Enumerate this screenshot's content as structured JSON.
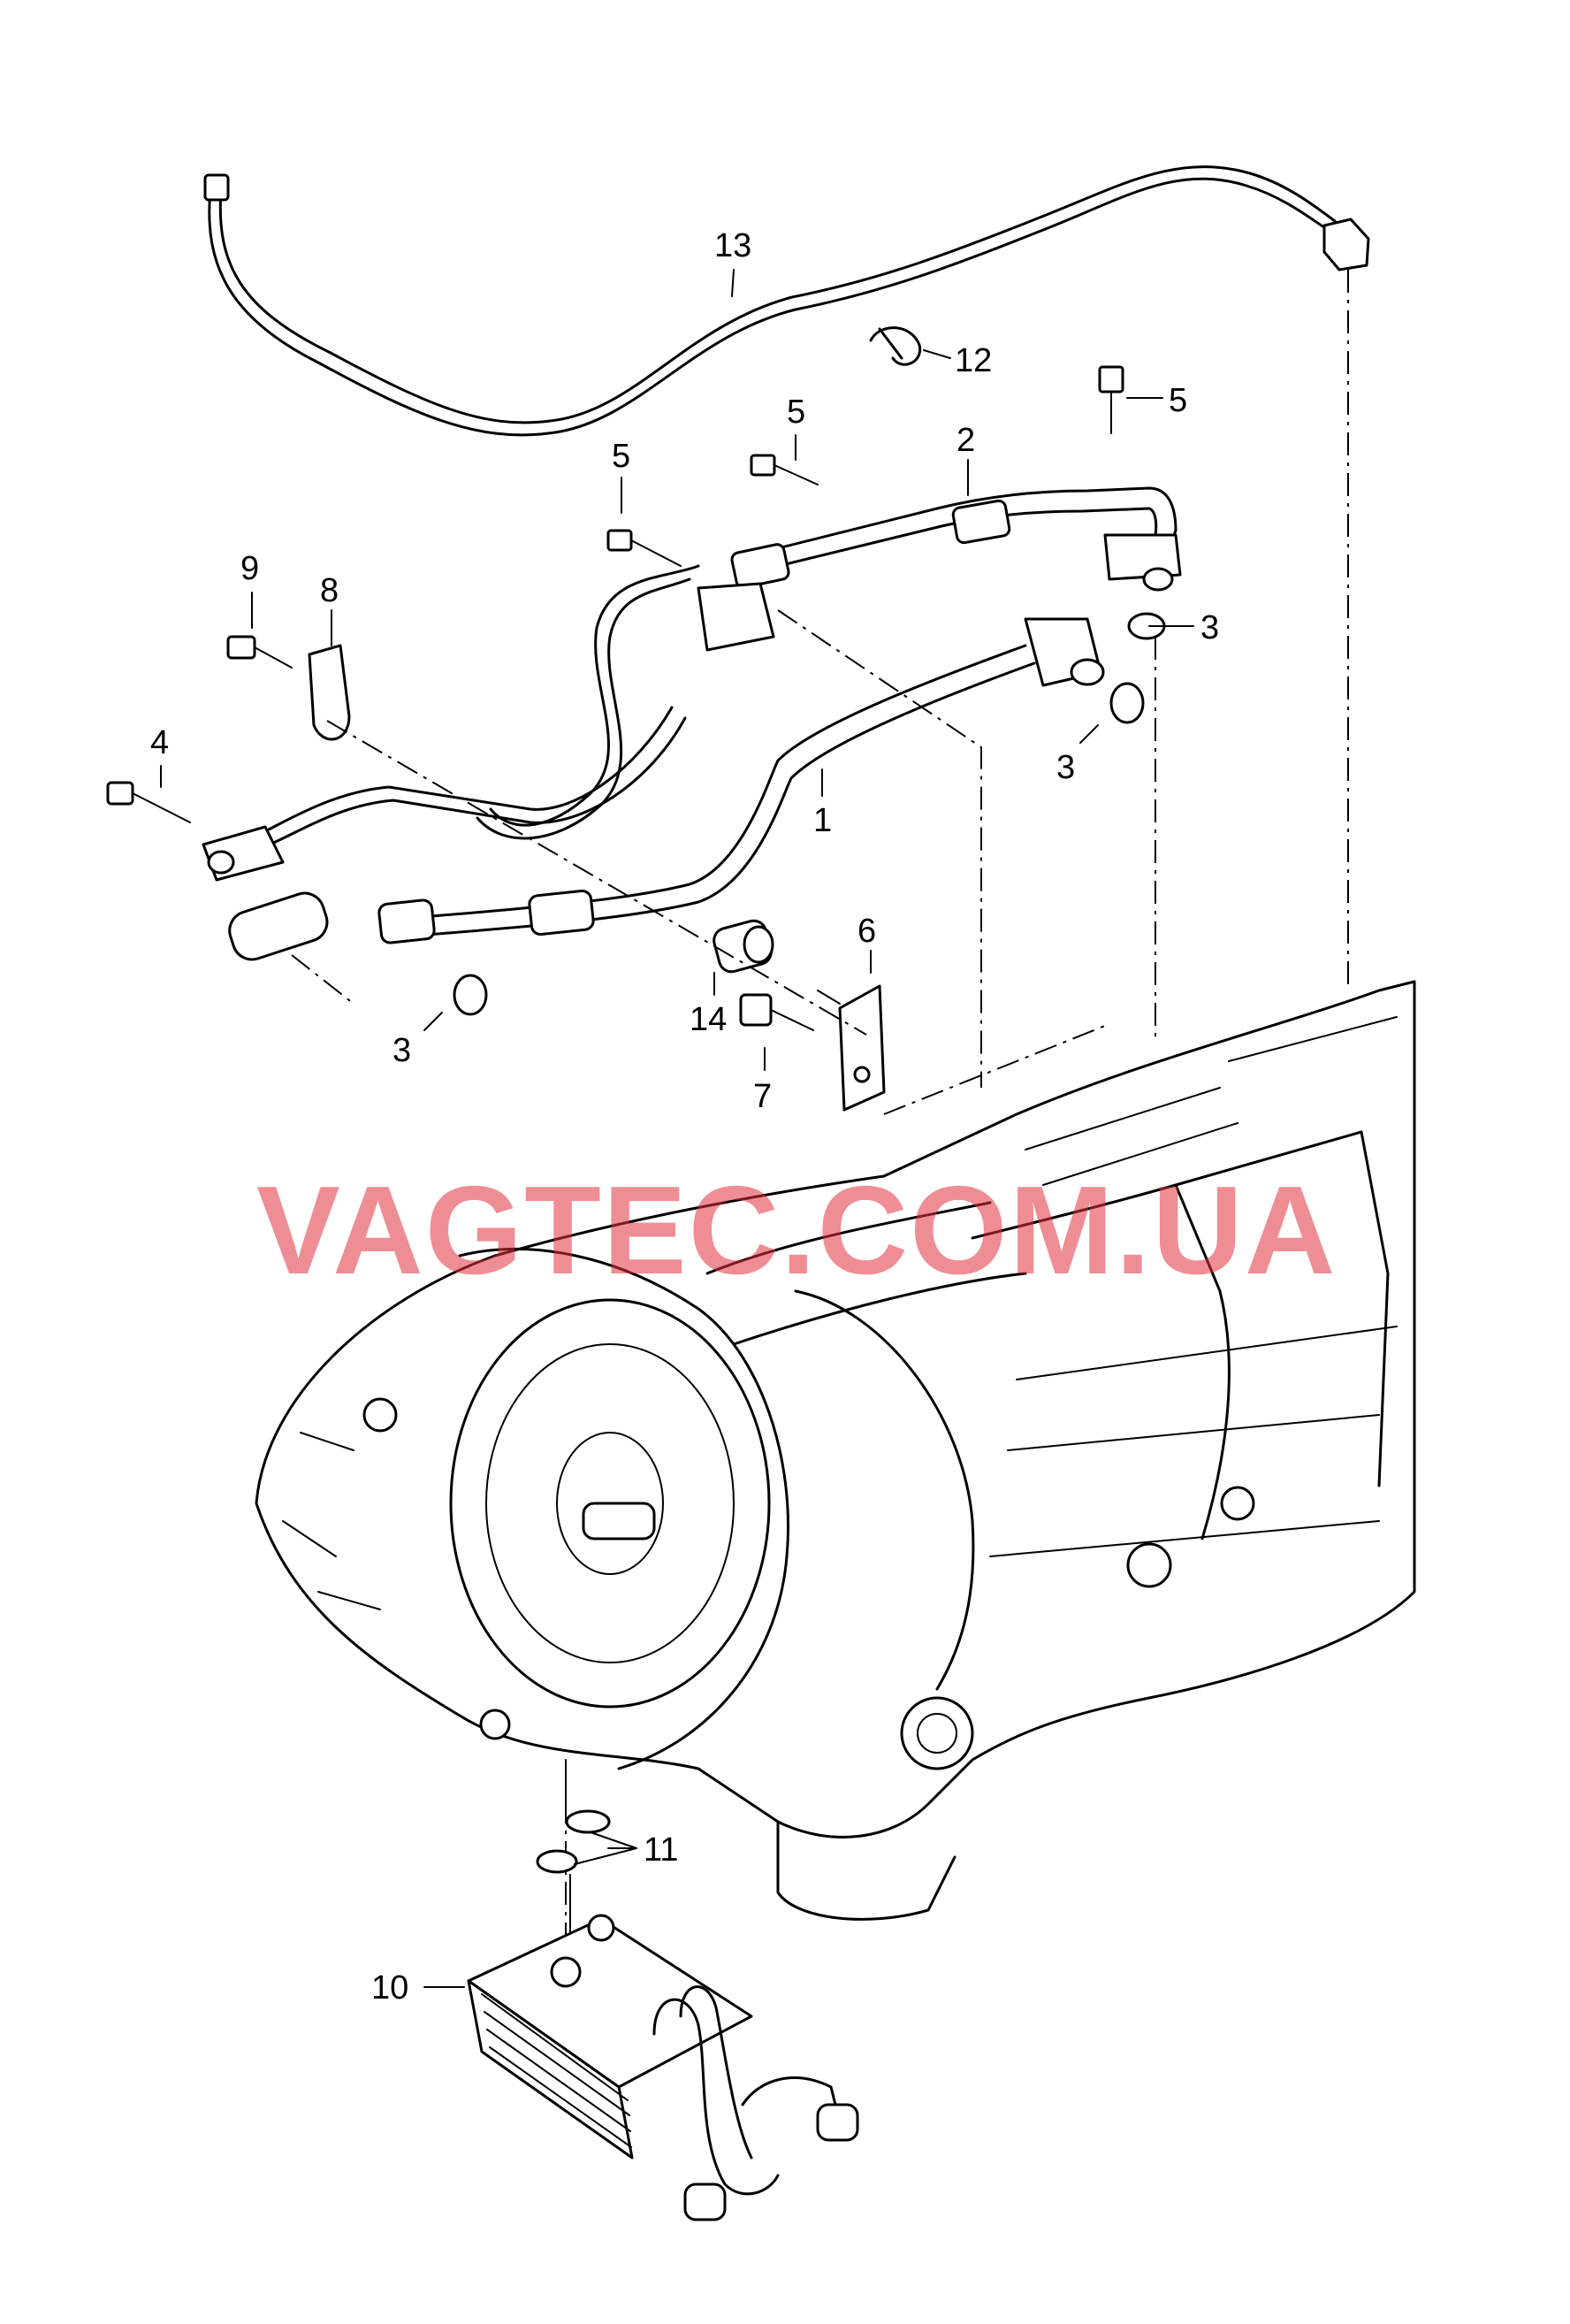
{
  "watermark": {
    "text": "VAGTEC.COM.UA",
    "color": "#e0323c"
  },
  "callouts": {
    "c1": "1",
    "c2": "2",
    "c3a": "3",
    "c3b": "3",
    "c3c": "3",
    "c4": "4",
    "c5a": "5",
    "c5b": "5",
    "c5c": "5",
    "c6": "6",
    "c7": "7",
    "c8": "8",
    "c9": "9",
    "c10": "10",
    "c11": "11",
    "c12": "12",
    "c13": "13",
    "c14": "14"
  }
}
